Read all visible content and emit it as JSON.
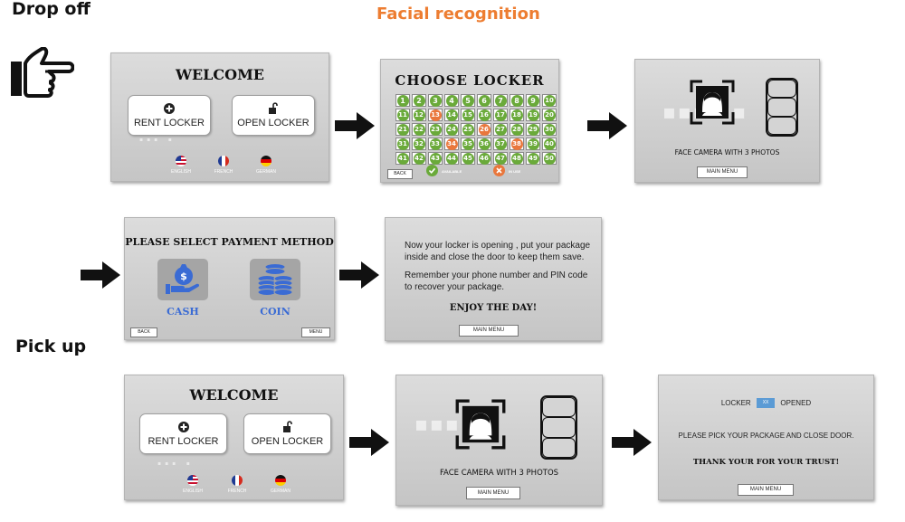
{
  "headings": {
    "drop_off": "Drop off",
    "facial_recognition": "Facial recognition",
    "pick_up": "Pick up"
  },
  "colors": {
    "accent_orange": "#ED7D31",
    "available_green": "#6AAA3A",
    "in_use_orange": "#E9773C",
    "payment_blue": "#3A6BD4",
    "opened_badge_blue": "#5B9BD5"
  },
  "icons": {
    "pointer": "hand-pointing-right-icon",
    "arrow": "right-arrow-icon"
  },
  "drop_off": {
    "welcome": {
      "title": "WELCOME",
      "rent_label": "RENT LOCKER",
      "open_label": "OPEN LOCKER",
      "languages": [
        "ENGLISH",
        "FRENCH",
        "GERMAN"
      ]
    },
    "choose_locker": {
      "title": "CHOOSE LOCKER",
      "lockers": [
        {
          "n": "1",
          "s": "a"
        },
        {
          "n": "2",
          "s": "a"
        },
        {
          "n": "3",
          "s": "a"
        },
        {
          "n": "4",
          "s": "a"
        },
        {
          "n": "5",
          "s": "a"
        },
        {
          "n": "6",
          "s": "a"
        },
        {
          "n": "7",
          "s": "a"
        },
        {
          "n": "8",
          "s": "a"
        },
        {
          "n": "9",
          "s": "a"
        },
        {
          "n": "10",
          "s": "a"
        },
        {
          "n": "11",
          "s": "a"
        },
        {
          "n": "12",
          "s": "a"
        },
        {
          "n": "13",
          "s": "u"
        },
        {
          "n": "14",
          "s": "a"
        },
        {
          "n": "15",
          "s": "a"
        },
        {
          "n": "16",
          "s": "a"
        },
        {
          "n": "17",
          "s": "a"
        },
        {
          "n": "18",
          "s": "a"
        },
        {
          "n": "19",
          "s": "a"
        },
        {
          "n": "20",
          "s": "a"
        },
        {
          "n": "21",
          "s": "a"
        },
        {
          "n": "22",
          "s": "a"
        },
        {
          "n": "23",
          "s": "a"
        },
        {
          "n": "24",
          "s": "a"
        },
        {
          "n": "25",
          "s": "a"
        },
        {
          "n": "26",
          "s": "u"
        },
        {
          "n": "27",
          "s": "a"
        },
        {
          "n": "28",
          "s": "a"
        },
        {
          "n": "29",
          "s": "a"
        },
        {
          "n": "30",
          "s": "a"
        },
        {
          "n": "31",
          "s": "a"
        },
        {
          "n": "32",
          "s": "a"
        },
        {
          "n": "33",
          "s": "a"
        },
        {
          "n": "34",
          "s": "u"
        },
        {
          "n": "35",
          "s": "a"
        },
        {
          "n": "36",
          "s": "a"
        },
        {
          "n": "37",
          "s": "a"
        },
        {
          "n": "38",
          "s": "u"
        },
        {
          "n": "39",
          "s": "a"
        },
        {
          "n": "40",
          "s": "a"
        },
        {
          "n": "41",
          "s": "a"
        },
        {
          "n": "42",
          "s": "a"
        },
        {
          "n": "43",
          "s": "a"
        },
        {
          "n": "44",
          "s": "a"
        },
        {
          "n": "45",
          "s": "a"
        },
        {
          "n": "46",
          "s": "a"
        },
        {
          "n": "47",
          "s": "a"
        },
        {
          "n": "48",
          "s": "a"
        },
        {
          "n": "49",
          "s": "a"
        },
        {
          "n": "50",
          "s": "a"
        }
      ],
      "back_label": "BACK",
      "legend_available": "AVAILABLE",
      "legend_in_use": "IN USE"
    },
    "face_camera": {
      "instruction": "FACE CAMERA WITH 3 PHOTOS",
      "main_menu_label": "MAIN MENU"
    },
    "payment": {
      "title": "PLEASE SELECT PAYMENT METHOD",
      "cash_label": "CASH",
      "coin_label": "COIN",
      "back_label": "BACK",
      "menu_label": "MENU"
    },
    "confirmation": {
      "line1": "Now your locker is opening , put your package inside and close the door to keep them save.",
      "line2": "Remember your phone number and PIN code to recover your package.",
      "closing": "ENJOY THE DAY!",
      "main_menu_label": "MAIN MENU"
    }
  },
  "pick_up": {
    "welcome": {
      "title": "WELCOME",
      "rent_label": "RENT LOCKER",
      "open_label": "OPEN LOCKER",
      "languages": [
        "ENGLISH",
        "FRENCH",
        "GERMAN"
      ]
    },
    "face_camera": {
      "instruction": "FACE CAMERA WITH 3 PHOTOS",
      "main_menu_label": "MAIN MENU"
    },
    "opened": {
      "locker_label": "LOCKER",
      "locker_badge": "XX",
      "opened_label": "OPENED",
      "instruction": "PLEASE PICK YOUR PACKAGE AND CLOSE DOOR.",
      "thanks": "THANK YOUR FOR YOUR TRUST!",
      "main_menu_label": "MAIN MENU"
    }
  }
}
